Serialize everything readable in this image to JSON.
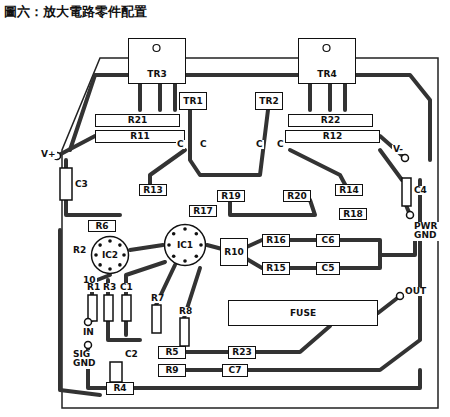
{
  "diagram": {
    "title": "圖六：放大電路零件配置",
    "nodes": [
      {
        "text": [
          "TR3"
        ]
      },
      {
        "text": [
          "TR4"
        ]
      },
      {
        "text": [
          "TR1"
        ]
      },
      {
        "text": [
          "TR2"
        ]
      },
      {
        "text": [
          "R21"
        ]
      },
      {
        "text": [
          "R22"
        ]
      },
      {
        "text": [
          "R11"
        ]
      },
      {
        "text": [
          "R12"
        ]
      },
      {
        "text": [
          "R13"
        ]
      },
      {
        "text": [
          "R19"
        ]
      },
      {
        "text": [
          "R20"
        ]
      },
      {
        "text": [
          "R14"
        ]
      },
      {
        "text": [
          "R17"
        ]
      },
      {
        "text": [
          "R18"
        ]
      },
      {
        "text": [
          "R6"
        ]
      },
      {
        "text": [
          "IC2"
        ]
      },
      {
        "text": [
          "IC1"
        ]
      },
      {
        "text": [
          "R10"
        ]
      },
      {
        "text": [
          "R16"
        ]
      },
      {
        "text": [
          "C6"
        ]
      },
      {
        "text": [
          "R15"
        ]
      },
      {
        "text": [
          "C5"
        ]
      },
      {
        "text": [
          "FUSE"
        ]
      },
      {
        "text": [
          "R5"
        ]
      },
      {
        "text": [
          "R23"
        ]
      },
      {
        "text": [
          "R9"
        ]
      },
      {
        "text": [
          "C7"
        ]
      },
      {
        "text": [
          "R4"
        ]
      }
    ],
    "labels": [
      "V+",
      "C",
      "C",
      "C",
      "C",
      "V-",
      "C3",
      "C4",
      "PWR GND",
      "R2",
      "10",
      "R1",
      "R3",
      "C1",
      "R7",
      "R8",
      "IN",
      "SIG GND",
      "C2",
      "OUT"
    ]
  }
}
